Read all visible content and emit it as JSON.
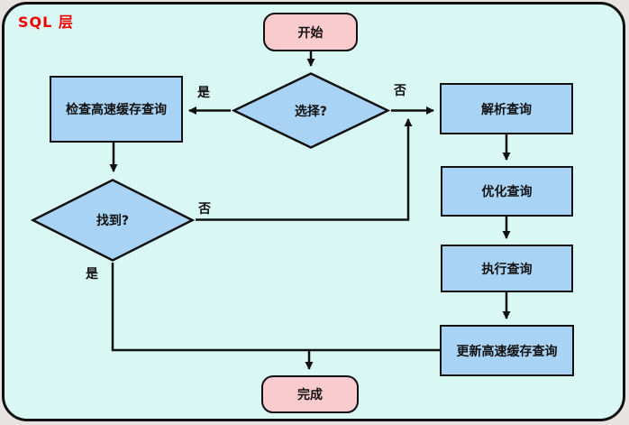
{
  "title": "SQL 层",
  "colors": {
    "outer_background": "#e7e3e1",
    "canvas_background": "#d9f7f3",
    "node_blue": "#a9d3f4",
    "node_pink": "#f9cace",
    "line_black": "#111111",
    "title_red": "#ee0000"
  },
  "nodes": {
    "start": {
      "label": "开始",
      "type": "terminator"
    },
    "select": {
      "label": "选择?",
      "type": "decision"
    },
    "check_cache": {
      "label": "检查高速缓存查询",
      "type": "process"
    },
    "parse_query": {
      "label": "解析查询",
      "type": "process"
    },
    "found": {
      "label": "找到?",
      "type": "decision"
    },
    "optimize": {
      "label": "优化查询",
      "type": "process"
    },
    "execute": {
      "label": "执行查询",
      "type": "process"
    },
    "update_cache": {
      "label": "更新高速缓存查询",
      "type": "process"
    },
    "done": {
      "label": "完成",
      "type": "terminator"
    }
  },
  "edge_labels": {
    "select_yes": "是",
    "select_no": "否",
    "found_no": "否",
    "found_yes": "是"
  }
}
